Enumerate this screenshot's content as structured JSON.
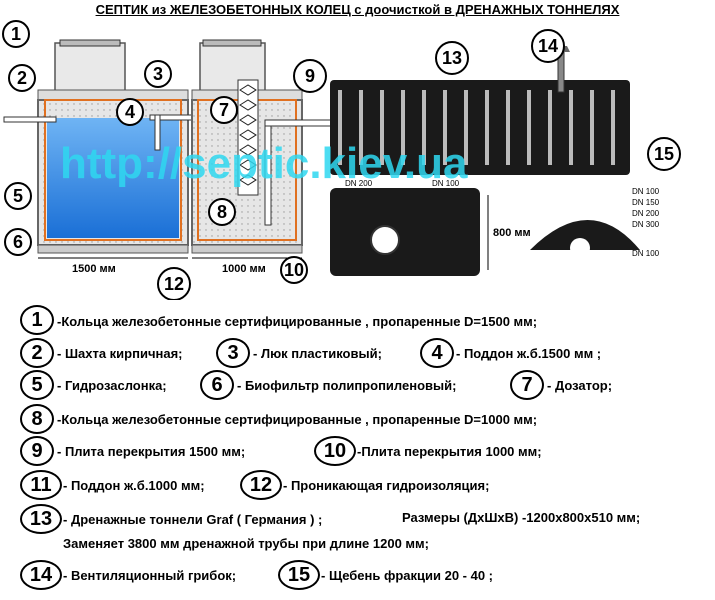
{
  "title": "СЕПТИК из ЖЕЛЕЗОБЕТОННЫХ КОЛЕЦ с доочисткой в ДРЕНАЖНЫХ ТОННЕЛЯХ",
  "watermark": "http://septic.kiev.ua",
  "diagram_labels": {
    "dim_1500": "1500 мм",
    "dim_1000": "1000 мм",
    "dim_800": "800 мм",
    "dn200": "DN 200",
    "dn100": "DN 100",
    "dn_list": [
      "DN 100",
      "DN 150",
      "DN 200",
      "DN 300"
    ],
    "dn_bottom": "DN 100"
  },
  "callouts": [
    "1",
    "2",
    "3",
    "4",
    "5",
    "6",
    "7",
    "8",
    "9",
    "10",
    "12",
    "13",
    "14",
    "15"
  ],
  "legend": [
    {
      "n": "1",
      "text": "-Кольца железобетонные сертифицированные , пропаренные D=1500 мм;"
    },
    {
      "n": "2",
      "text": "- Шахта кирпичная;"
    },
    {
      "n": "3",
      "text": "- Люк пластиковый;"
    },
    {
      "n": "4",
      "text": "- Поддон ж.б.1500 мм ;"
    },
    {
      "n": "5",
      "text": "- Гидрозаслонка;"
    },
    {
      "n": "6",
      "text": "- Биофильтр полипропиленовый;"
    },
    {
      "n": "7",
      "text": "- Дозатор;"
    },
    {
      "n": "8",
      "text": "-Кольца железобетонные сертифицированные , пропаренные  D=1000 мм;"
    },
    {
      "n": "9",
      "text": "- Плита перекрытия 1500 мм;"
    },
    {
      "n": "10",
      "text": "-Плита перекрытия 1000 мм;"
    },
    {
      "n": "11",
      "text": "- Поддон ж.б.1000 мм;"
    },
    {
      "n": "12",
      "text": "- Проникающая гидроизоляция;"
    },
    {
      "n": "13",
      "text": "- Дренажные тоннели Graf ( Германия ) ;"
    },
    {
      "n": "14",
      "text": "- Вентиляционный грибок;"
    },
    {
      "n": "15",
      "text": "- Щебень фракции 20 - 40 ;"
    }
  ],
  "legend_extra": {
    "sizes": "Размеры (ДхШхВ)  -1200х800х510 мм;",
    "replaces": "Заменяет 3800 мм дренажной трубы при длине 1200 мм;"
  },
  "colors": {
    "water": "#3a8fe8",
    "waterproof": "#e07020",
    "tunnel": "#1a1a1a",
    "watermark": "#2fd8f0"
  }
}
